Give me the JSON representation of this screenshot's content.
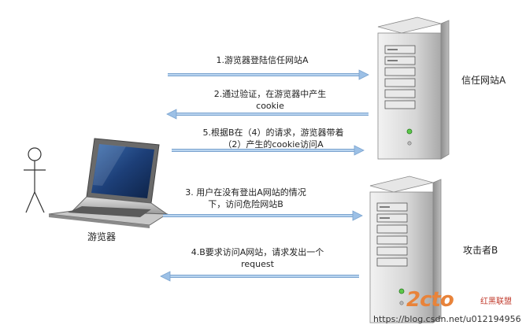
{
  "nodes": {
    "browser": "游览器",
    "trusted_site": "信任网站A",
    "attacker": "攻击者B"
  },
  "steps": [
    {
      "lines": [
        "1.游览器登陆信任网站A"
      ]
    },
    {
      "lines": [
        "2.通过验证，在游览器中产生",
        "cookie"
      ]
    },
    {
      "lines": [
        "5.根据B在（4）的请求，游览器带着",
        "（2）产生的cookie访问A"
      ]
    },
    {
      "lines": [
        "3.  用户在没有登出A网站的情况",
        "下，访问危险网站B"
      ]
    },
    {
      "lines": [
        "4.B要求访问A网站，请求发出一个",
        "request"
      ]
    }
  ],
  "watermark": {
    "logo": "2cto",
    "logo_sub": "红黑联盟",
    "url": "https://blog.csdn.net/u012194956"
  },
  "colors": {
    "arrow": "#9cc0e6",
    "arrow_edge": "#7aa3cf",
    "server_body": "#d9d9d9",
    "watermark": "#e8833a"
  }
}
